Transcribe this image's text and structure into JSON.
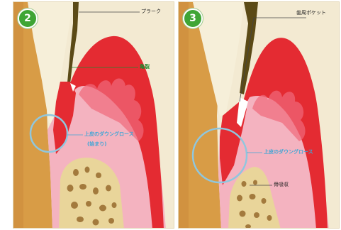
{
  "panels": [
    {
      "step": "2",
      "labels": {
        "plaque": "プラーク",
        "fissure": "亀裂",
        "downgrowth": "上皮のダウングロース",
        "downgrowth_sub": "(始まり)"
      }
    },
    {
      "step": "3",
      "labels": {
        "pocket": "歯周ポケット",
        "downgrowth": "上皮のダウングロース",
        "bone_resorption": "骨吸収"
      }
    }
  ],
  "colors": {
    "background": "#f3ead2",
    "enamel": "#f6efd9",
    "root": "#d79a43",
    "gum_red": "#e42b32",
    "gum_pink": "#f4b3c0",
    "bone": "#e9d59a",
    "bone_pore": "#a37a3d",
    "plaque": "#5b4a16",
    "badge": "#3fa535",
    "label_green": "#1e8a2e",
    "label_blue": "#3ea6d6",
    "circle_blue": "#8fc7df"
  }
}
